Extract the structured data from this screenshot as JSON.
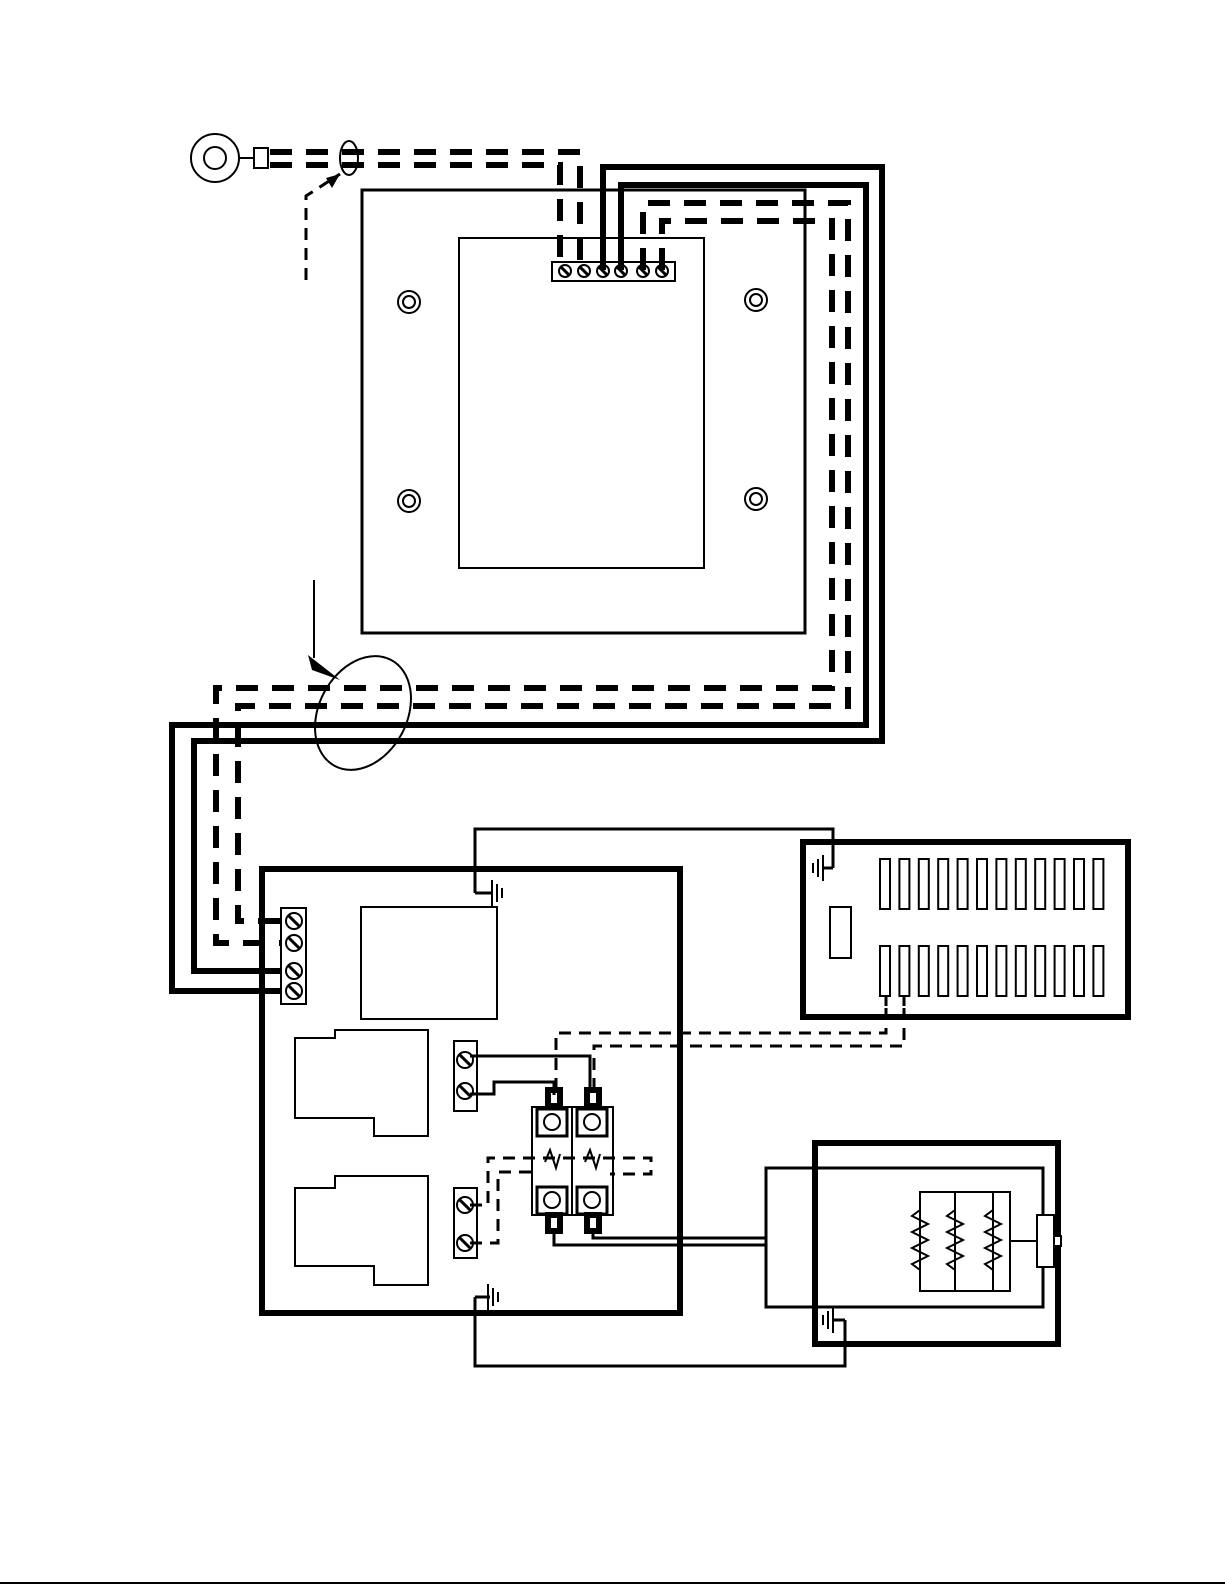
{
  "diagram": {
    "colors": {
      "line": "#000000",
      "background": "#ffffff"
    },
    "components": [
      "ring-terminal",
      "transformer-enclosure",
      "control-board",
      "terminal-strip-six",
      "main-control-box",
      "terminal-block-four",
      "relay-block",
      "fuse-holders",
      "heater-panel",
      "heating-element-box",
      "ground-symbols"
    ]
  }
}
